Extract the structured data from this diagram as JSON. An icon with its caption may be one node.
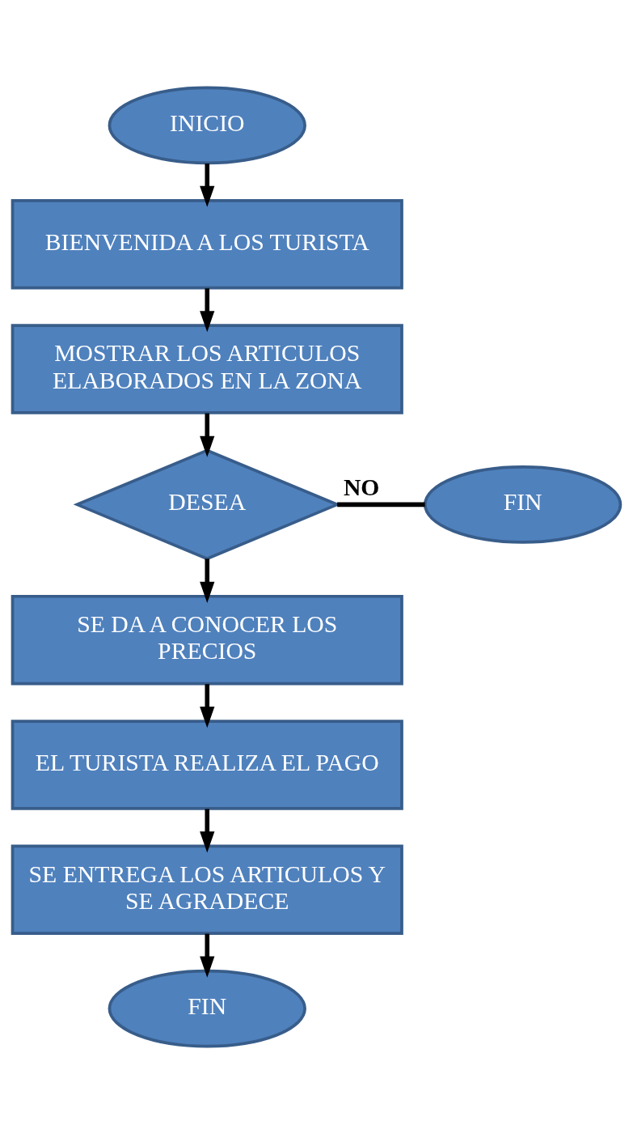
{
  "diagram": {
    "nodes": [
      {
        "text": [
          "INICIO"
        ]
      },
      {
        "text": [
          "BIENVENIDA A LOS TURISTA"
        ]
      },
      {
        "text": [
          "MOSTRAR LOS ARTICULOS ELABORADOS EN LA ZONA"
        ]
      },
      {
        "text": [
          "DESEA"
        ]
      },
      {
        "text": [
          "FIN"
        ]
      },
      {
        "text": [
          "SE DA A CONOCER LOS PRECIOS"
        ]
      },
      {
        "text": [
          "EL TURISTA REALIZA EL PAGO"
        ]
      },
      {
        "text": [
          "SE ENTREGA LOS ARTICULOS Y SE AGRADECE"
        ]
      },
      {
        "text": [
          "FIN"
        ]
      }
    ],
    "edges": [
      {
        "from": 0,
        "to": 1,
        "arrow": "to"
      },
      {
        "from": 1,
        "to": 2,
        "arrow": "to"
      },
      {
        "from": 2,
        "to": 3,
        "arrow": "to"
      },
      {
        "from": 3,
        "to": 4,
        "arrow": "none",
        "label": "NO"
      },
      {
        "from": 3,
        "to": 5,
        "arrow": "to"
      },
      {
        "from": 5,
        "to": 6,
        "arrow": "to"
      },
      {
        "from": 6,
        "to": 7,
        "arrow": "to"
      },
      {
        "from": 7,
        "to": 8,
        "arrow": "to"
      }
    ]
  }
}
